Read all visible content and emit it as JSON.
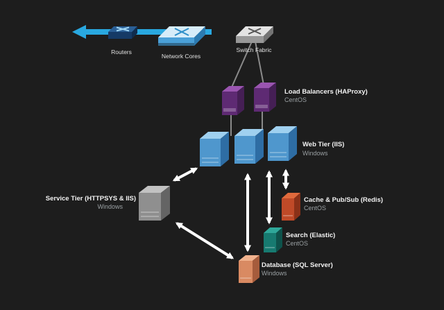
{
  "diagram": {
    "nodes": {
      "routers": {
        "label": "Routers"
      },
      "network_cores": {
        "label": "Network Cores"
      },
      "switch_fabric": {
        "label": "Switch Fabric"
      },
      "load_balancers": {
        "label": "Load Balancers (HAProxy)",
        "os": "CentOS"
      },
      "web_tier": {
        "label": "Web Tier (IIS)",
        "os": "Windows"
      },
      "service_tier": {
        "label": "Service Tier (HTTPSYS & IIS)",
        "os": "Windows"
      },
      "cache": {
        "label": "Cache & Pub/Sub (Redis)",
        "os": "CentOS"
      },
      "search": {
        "label": "Search (Elastic)",
        "os": "CentOS"
      },
      "database": {
        "label": "Database (SQL Server)",
        "os": "Windows"
      }
    },
    "colors": {
      "background": "#1d1d1d",
      "backbone_arrow": "#29a8e0",
      "flow_arrow": "#ffffff",
      "connector_line": "#8a8a8a",
      "routers_top": "#2a5f96",
      "routers_front": "#153a66",
      "routers_side": "#0f2c4e",
      "routers_decor": "#9fd4f2",
      "cores_top": "#d6ecf9",
      "cores_front": "#4aa0d8",
      "cores_side": "#2c7ab0",
      "cores_decor": "#2e8fc9",
      "fabric_top": "#e3e3e3",
      "fabric_front": "#989898",
      "fabric_side": "#747474",
      "fabric_decor": "#555555",
      "lb_top": "#9a55b0",
      "lb_front": "#5e2a73",
      "lb_side": "#451f55",
      "web_top": "#9fd0ef",
      "web_front": "#4f97cd",
      "web_side": "#2e6da4",
      "service_top": "#c2c2c2",
      "service_front": "#8f8f8f",
      "service_side": "#646464",
      "cache_top": "#e06a3c",
      "cache_front": "#bf4a28",
      "cache_side": "#8a3118",
      "search_top": "#2fa89a",
      "search_front": "#177a70",
      "search_side": "#0e524b",
      "db_top": "#f2b38e",
      "db_front": "#d98a62",
      "db_side": "#a65c3c"
    }
  }
}
